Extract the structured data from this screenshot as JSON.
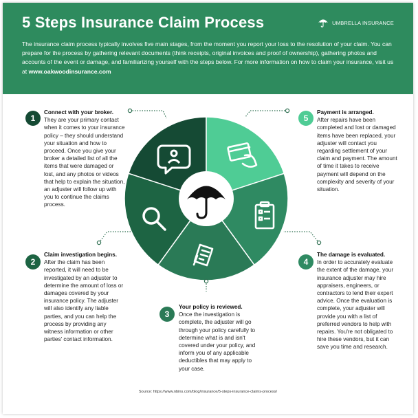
{
  "header": {
    "title": "5 Steps Insurance Claim Process",
    "brand": "UMBRELLA INSURANCE",
    "intro": "The insurance claim process typically involves five main stages, from the moment you report your loss to the resolution of your claim. You can prepare for the process by gathering relevant documents (think receipts, original invoices and proof of ownership), gathering photos and accounts of the event or damage, and familiarizing yourself with the steps below. For more information on how to claim your insurance, visit us at ",
    "link": "www.oakwoodinsurance.com"
  },
  "colors": {
    "header_bg": "#2e8b5e",
    "segment_1": "#154a34",
    "segment_2": "#1d6443",
    "segment_3": "#2a7a56",
    "segment_4": "#2f8a62",
    "segment_5": "#4fcc95"
  },
  "steps": [
    {
      "number": "1",
      "head": "Connect with your broker.",
      "body": "They are your primary contact when it comes to your insurance policy – they should understand your situation and how to proceed. Once you give your broker a detailed list of all the items that were damaged or lost, and any photos or videos that help to explain the situation, an adjuster will follow up with you to continue the claims process.",
      "icon": "chat-person-icon"
    },
    {
      "number": "2",
      "head": "Claim investigation begins.",
      "body": "After the claim has been reported, it will need to be investigated by an adjuster to determine the amount of loss or damages covered by your insurance policy. The adjuster will also identify any liable parties, and you can help the process by providing any witness information or other parties' contact information.",
      "icon": "magnifier-icon"
    },
    {
      "number": "3",
      "head": "Your policy is reviewed.",
      "body": "Once the investigation is complete, the adjuster will go through your policy carefully to determine what is and isn't covered under your policy, and inform you of any applicable deductibles that may apply to your case.",
      "icon": "document-icon"
    },
    {
      "number": "4",
      "head": "The damage is evaluated.",
      "body": "In order to accurately evaluate the extent of the damage, your insurance adjuster may hire appraisers, engineers, or contractors to lend their expert advice. Once the evaluation is complete, your adjuster will provide you with a list of preferred vendors to help with repairs. You're not obligated to hire these vendors, but it can save you time and research.",
      "icon": "clipboard-icon"
    },
    {
      "number": "5",
      "head": "Payment is arranged.",
      "body": "After repairs have been completed and lost or damaged items have been replaced, your adjuster will contact you regarding settlement of your claim and payment. The amount of time it takes to receive payment will depend on the complexity and severity of your situation.",
      "icon": "card-hand-icon"
    }
  ],
  "center_icon": "umbrella-icon",
  "source": "Source: https://www.nbins.com/blog/insurance/5-steps-insurance-claims-process/"
}
